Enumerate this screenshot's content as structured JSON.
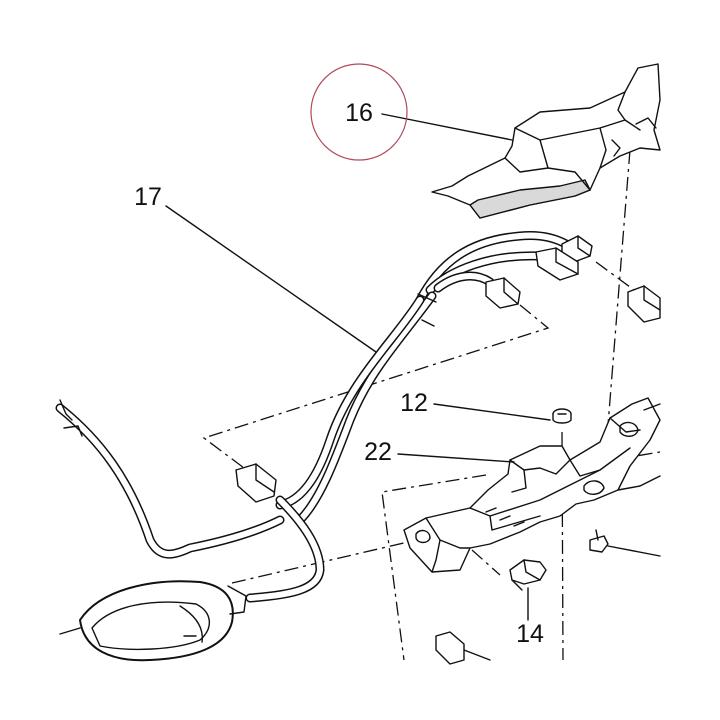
{
  "labels": {
    "part_16": "16",
    "part_17": "17",
    "part_12": "12",
    "part_22": "22",
    "part_14": "14"
  },
  "colors": {
    "line": "#111111",
    "highlight_circle": "#b04a5a",
    "background": "#ffffff"
  },
  "highlighted_part": "16"
}
